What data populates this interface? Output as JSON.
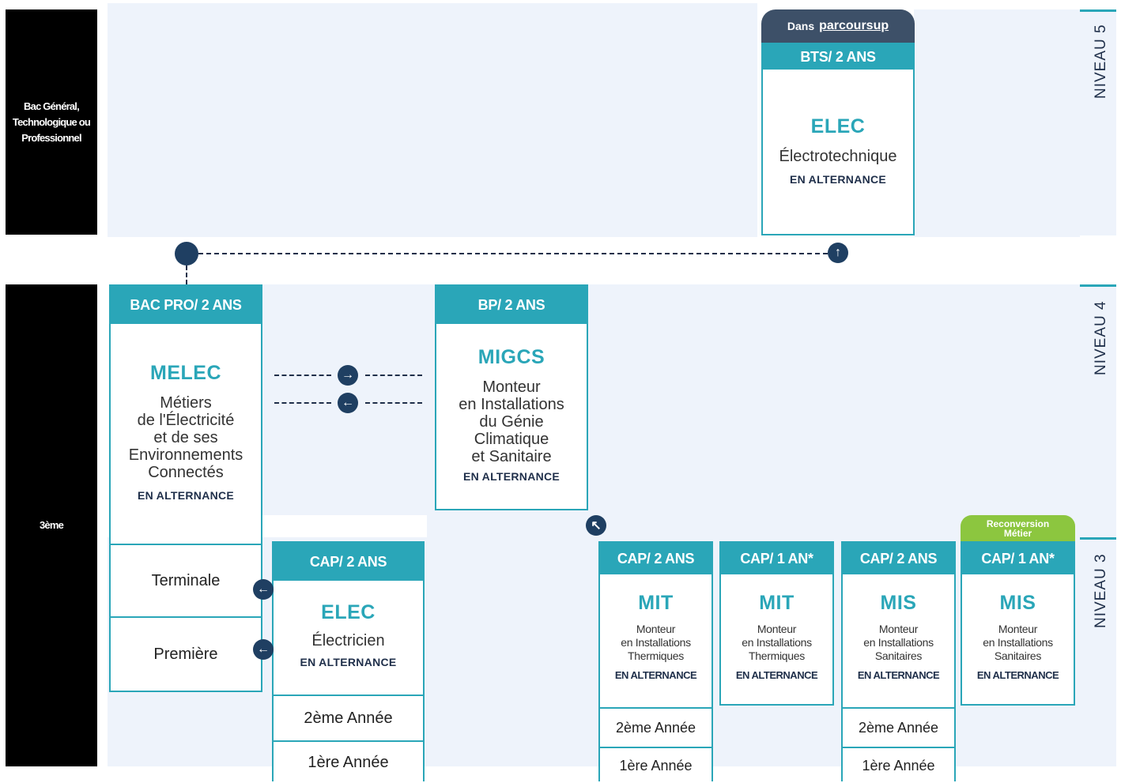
{
  "left": {
    "top_label": "Bac Général, Technologique ou Professionnel",
    "bottom_label": "3ème"
  },
  "levels": {
    "n5": "NIVEAU 5",
    "n4": "NIVEAU 4",
    "n3": "NIVEAU 3"
  },
  "parcoursup": {
    "prefix": "Dans",
    "brand": "parcoursup"
  },
  "reconversion": "Reconversion Métier",
  "alternance": "EN ALTERNANCE",
  "bts": {
    "head": "BTS/ 2 ANS",
    "code": "ELEC",
    "desc": "Électrotechnique"
  },
  "bacpro": {
    "head": "BAC PRO/ 2 ANS",
    "code": "MELEC",
    "desc": [
      "Métiers",
      "de l'Électricité",
      "et de ses",
      "Environnements",
      "Connectés"
    ],
    "years": [
      "Terminale",
      "Première"
    ]
  },
  "bp": {
    "head": "BP/ 2 ANS",
    "code": "MIGCS",
    "desc": [
      "Monteur",
      "en Installations",
      "du Génie",
      "Climatique",
      "et Sanitaire"
    ]
  },
  "cap_elec": {
    "head": "CAP/ 2 ANS",
    "code": "ELEC",
    "desc": "Électricien"
  },
  "years_cap": {
    "y2": "2ème Année",
    "y1": "1ère Année"
  },
  "cap_cards": [
    {
      "head": "CAP/ 2 ANS",
      "code": "MIT",
      "desc": [
        "Monteur",
        "en Installations",
        "Thermiques"
      ]
    },
    {
      "head": "CAP/ 1 AN*",
      "code": "MIT",
      "desc": [
        "Monteur",
        "en Installations",
        "Thermiques"
      ]
    },
    {
      "head": "CAP/ 2 ANS",
      "code": "MIS",
      "desc": [
        "Monteur",
        "en Installations",
        "Sanitaires"
      ]
    },
    {
      "head": "CAP/ 1 AN*",
      "code": "MIS",
      "desc": [
        "Monteur",
        "en Installations",
        "Sanitaires"
      ]
    }
  ]
}
